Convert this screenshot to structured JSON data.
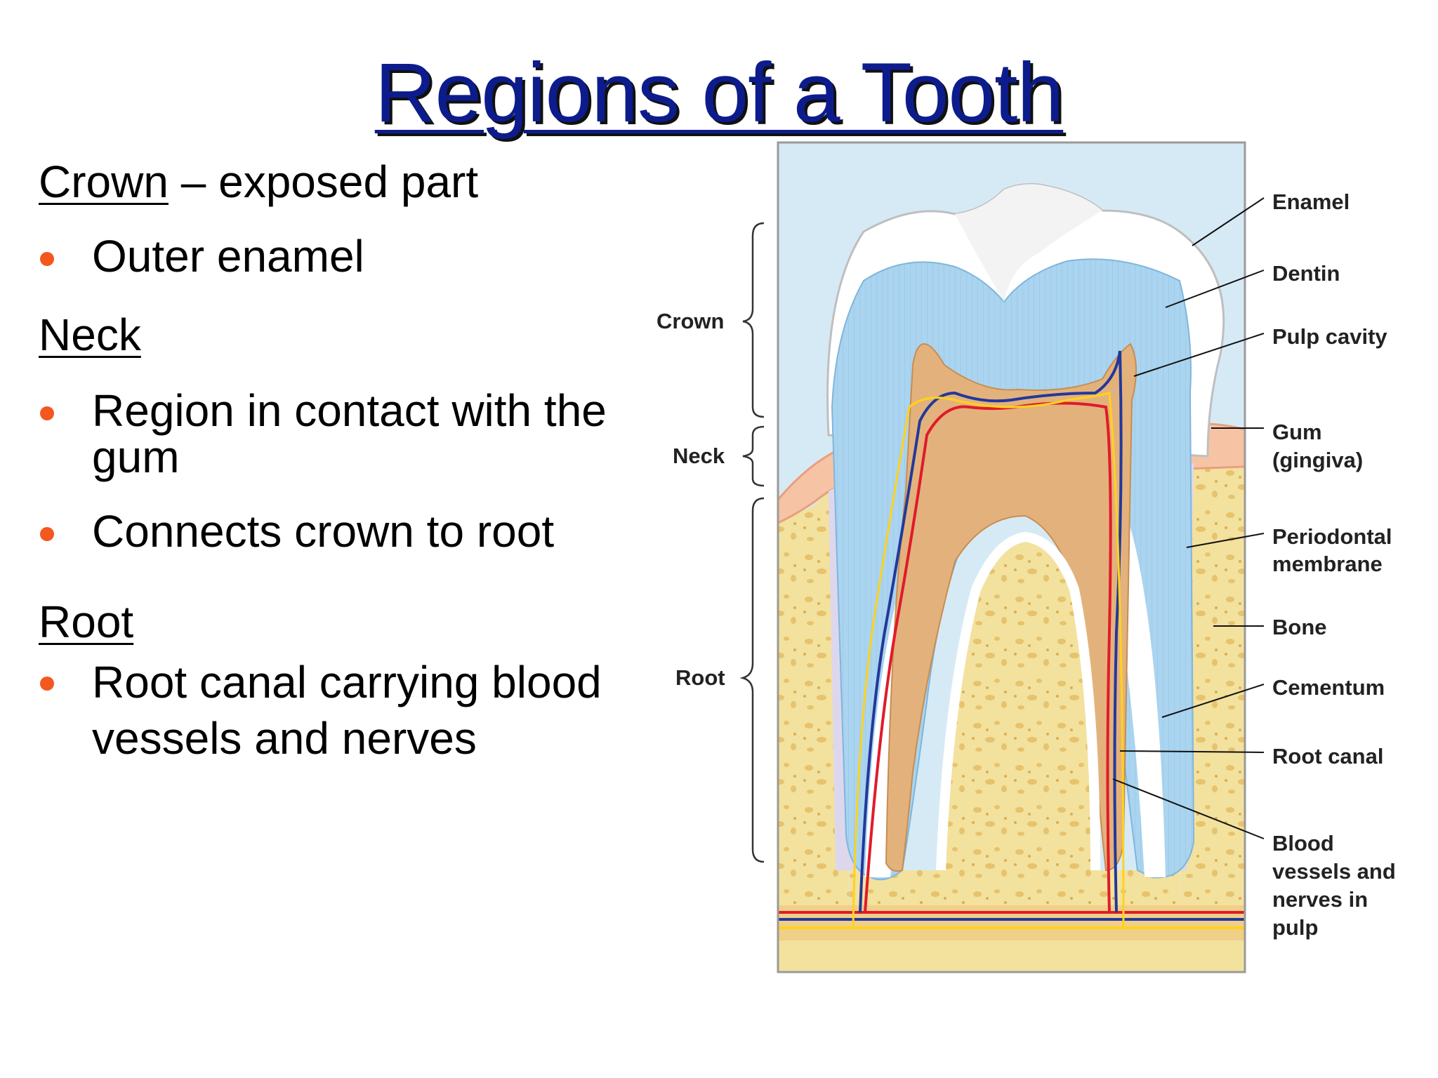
{
  "slide": {
    "title": "Regions of a Tooth"
  },
  "sections": [
    {
      "heading": "Crown",
      "heading_suffix": " – exposed part",
      "items": [
        "Outer enamel"
      ]
    },
    {
      "heading": "Neck",
      "heading_suffix": "",
      "items": [
        "Region in contact with the gum",
        "Connects crown to root"
      ]
    },
    {
      "heading": "Root",
      "heading_suffix": "",
      "items": [
        "Root canal carrying blood vessels and nerves"
      ]
    }
  ],
  "diagram": {
    "region_labels": {
      "crown": "Crown",
      "neck": "Neck",
      "root": "Root"
    },
    "structure_labels": {
      "enamel": "Enamel",
      "dentin": "Dentin",
      "pulp_cavity": "Pulp cavity",
      "gum_line1": "Gum",
      "gum_line2": "(gingiva)",
      "periodontal_line1": "Periodontal",
      "periodontal_line2": "membrane",
      "bone": "Bone",
      "cementum": "Cementum",
      "root_canal": "Root canal",
      "vessels_line1": "Blood",
      "vessels_line2": "vessels and",
      "vessels_line3": "nerves in",
      "vessels_line4": "pulp"
    }
  },
  "colors": {
    "title": "#0d1c8c",
    "bullet": "#f4571f",
    "background_blue": "#d6eaf6",
    "dentin": "#a9d3ee",
    "enamel": "#ffffff",
    "pulp": "#e3b27c",
    "bone": "#f3e19e",
    "gum": "#f7c3a5",
    "artery": "#e01b2a",
    "vein": "#23389b",
    "nerve": "#ffd21e"
  }
}
